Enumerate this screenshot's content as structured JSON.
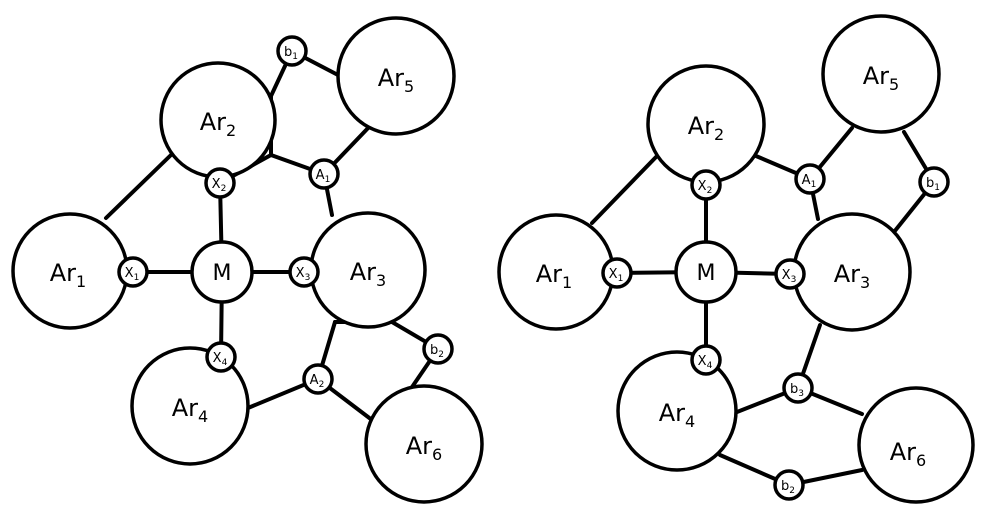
{
  "structures": [
    {
      "id": "left",
      "labels": {
        "M": "M",
        "Ar1": {
          "base": "Ar",
          "sub": "1"
        },
        "Ar2": {
          "base": "Ar",
          "sub": "2"
        },
        "Ar3": {
          "base": "Ar",
          "sub": "3"
        },
        "Ar4": {
          "base": "Ar",
          "sub": "4"
        },
        "Ar5": {
          "base": "Ar",
          "sub": "5"
        },
        "Ar6": {
          "base": "Ar",
          "sub": "6"
        },
        "X1": {
          "base": "X",
          "sub": "1"
        },
        "X2": {
          "base": "X",
          "sub": "2"
        },
        "X3": {
          "base": "X",
          "sub": "3"
        },
        "X4": {
          "base": "X",
          "sub": "4"
        },
        "A1": {
          "base": "A",
          "sub": "1"
        },
        "A2": {
          "base": "A",
          "sub": "2"
        },
        "b1": {
          "base": "b",
          "sub": "1"
        },
        "b2": {
          "base": "b",
          "sub": "2"
        }
      }
    },
    {
      "id": "right",
      "labels": {
        "M": "M",
        "Ar1": {
          "base": "Ar",
          "sub": "1"
        },
        "Ar2": {
          "base": "Ar",
          "sub": "2"
        },
        "Ar3": {
          "base": "Ar",
          "sub": "3"
        },
        "Ar4": {
          "base": "Ar",
          "sub": "4"
        },
        "Ar5": {
          "base": "Ar",
          "sub": "5"
        },
        "Ar6": {
          "base": "Ar",
          "sub": "6"
        },
        "X1": {
          "base": "X",
          "sub": "1"
        },
        "X2": {
          "base": "X",
          "sub": "2"
        },
        "X3": {
          "base": "X",
          "sub": "3"
        },
        "X4": {
          "base": "X",
          "sub": "4"
        },
        "A1": {
          "base": "A",
          "sub": "1"
        },
        "b1": {
          "base": "b",
          "sub": "1"
        },
        "b2": {
          "base": "b",
          "sub": "2"
        },
        "b3": {
          "base": "b",
          "sub": "3"
        }
      }
    }
  ]
}
